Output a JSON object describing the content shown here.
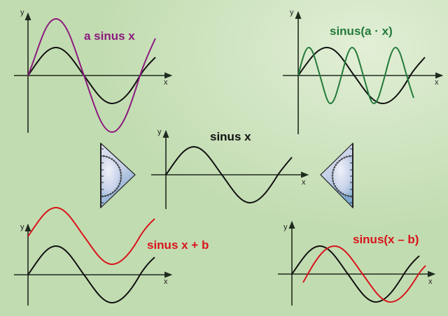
{
  "colors": {
    "background": "#c8e0b8",
    "axis": "#1e2a1e",
    "base_curve": "#111111",
    "purple": "#8b1a7e",
    "green": "#237a3a",
    "red": "#d8141c",
    "protractor_fill": "#b7c6e2"
  },
  "panels": {
    "top_left": {
      "title": "a sinus x",
      "x_axis": "x",
      "y_axis": "y"
    },
    "top_right": {
      "title": "sinus(a · x)",
      "x_axis": "x",
      "y_axis": "y"
    },
    "center": {
      "title": "sinus x",
      "x_axis": "x",
      "y_axis": "y"
    },
    "bottom_left": {
      "title": "sinus x + b",
      "x_axis": "x",
      "y_axis": "y"
    },
    "bottom_right": {
      "title": "sinus(x – b)",
      "x_axis": "x",
      "y_axis": "y"
    }
  },
  "decorations": {
    "left": "protractor-triangle-ruler",
    "right": "protractor-triangle-ruler"
  }
}
